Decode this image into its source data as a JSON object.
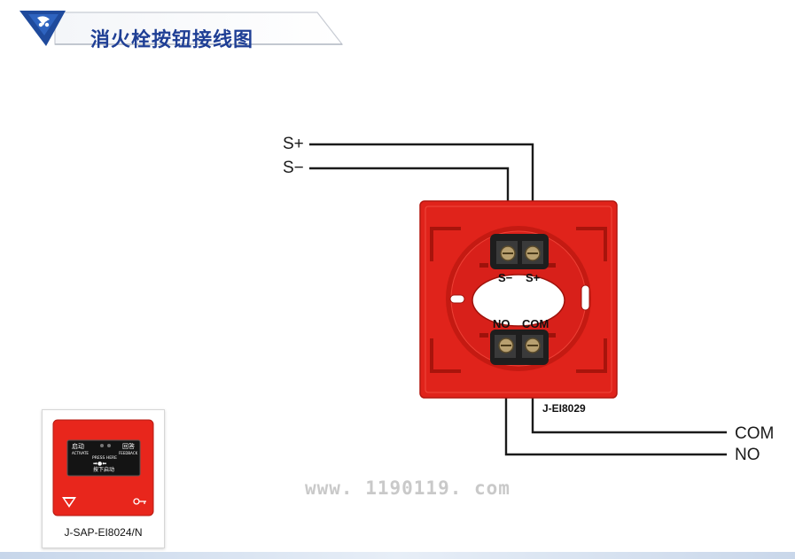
{
  "header": {
    "title": "消火栓按钮接线图"
  },
  "wiring": {
    "input_labels": {
      "s_plus": "S+",
      "s_minus": "S−"
    },
    "output_labels": {
      "com": "COM",
      "no": "NO"
    },
    "terminal_labels": {
      "s_minus": "S−",
      "s_plus": "S+",
      "no": "NO",
      "com": "COM"
    },
    "base_model": "J-EI8029"
  },
  "watermark": "www. 1190119. com",
  "product": {
    "model": "J-SAP-EI8024/N",
    "panel": {
      "activate_cn": "启动",
      "activate_en": "ACTIVATE",
      "feedback_cn": "回答",
      "feedback_en": "FEEDBACK",
      "press_here": "PRESS HERE",
      "press_cn": "按下启动"
    }
  },
  "colors": {
    "title": "#1f3f95",
    "base_red": "#e0231b",
    "wire": "#1a1a1a"
  }
}
